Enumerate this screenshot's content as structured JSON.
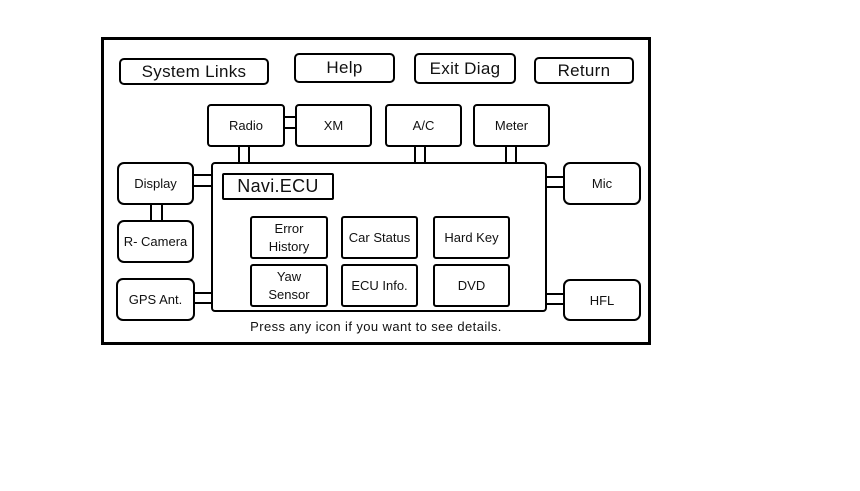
{
  "toolbar": {
    "title_button": "System Links",
    "help_button": "Help",
    "exit_diag_button": "Exit Diag",
    "return_button": "Return"
  },
  "nodes": {
    "radio": "Radio",
    "xm": "XM",
    "ac": "A/C",
    "meter": "Meter",
    "display": "Display",
    "r_camera": "R- Camera",
    "gps_ant": "GPS Ant.",
    "mic": "Mic",
    "hfl": "HFL"
  },
  "ecu": {
    "label": "Navi.ECU",
    "items": {
      "error_history": "Error\nHistory",
      "car_status": "Car Status",
      "hard_key": "Hard Key",
      "yaw_sensor": "Yaw\nSensor",
      "ecu_info": "ECU Info.",
      "dvd": "DVD"
    }
  },
  "footer": {
    "instruction": "Press any icon if you want to see details."
  },
  "colors": {
    "line": "#000000",
    "background": "#ffffff",
    "text": "#111111"
  }
}
